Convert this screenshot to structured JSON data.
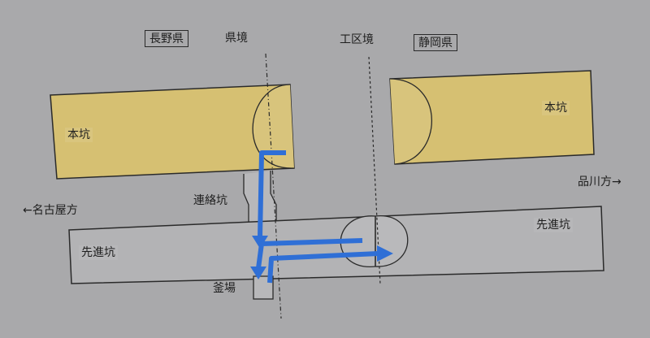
{
  "labels": {
    "nagano": "長野県",
    "prefecture_border": "県境",
    "section_border": "工区境",
    "shizuoka": "静岡県",
    "main_tunnel_left": "本坑",
    "main_tunnel_right": "本坑",
    "connecting_tunnel": "連絡坑",
    "advance_tunnel_left": "先進坑",
    "advance_tunnel_right": "先進坑",
    "work_area": "釜場",
    "to_nagoya": "←名古屋方",
    "to_shinagawa": "品川方→"
  },
  "colors": {
    "background": "#a9a9ab",
    "main_tunnel_fill": "#d6c072",
    "advance_tunnel_fill": "#b3b3b5",
    "arrow": "#2f6fd6",
    "outline": "#2a2a2a"
  }
}
